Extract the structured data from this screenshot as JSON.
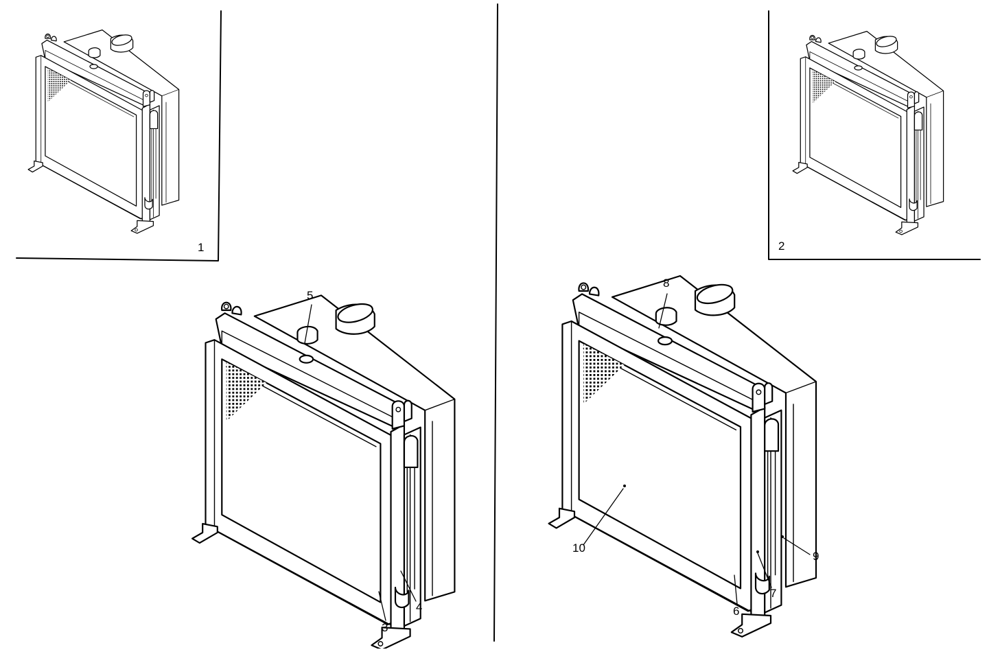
{
  "figure": {
    "panel_labels": {
      "panel_1": "1",
      "panel_2": "2"
    },
    "callouts": {
      "c3": "3",
      "c4": "4",
      "c5": "5",
      "c6": "6",
      "c7": "7",
      "c8": "8",
      "c9": "9",
      "c10": "10"
    },
    "colors": {
      "line": "#000000",
      "background": "#ffffff"
    }
  }
}
